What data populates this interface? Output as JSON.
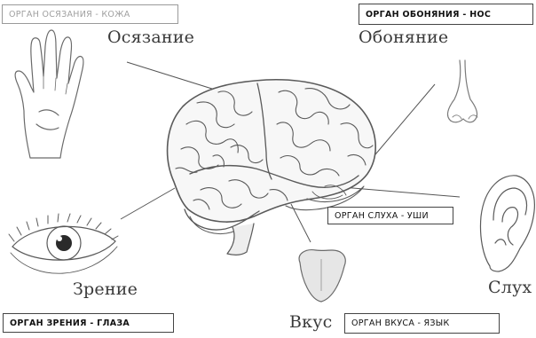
{
  "boxes": {
    "touch": "ОРГАН ОСЯЗАНИЯ - КОЖА",
    "smell": "ОРГАН ОБОНЯНИЯ - НОС",
    "hearing": "ОРГАН СЛУХА - УШИ",
    "sight": "ОРГАН ЗРЕНИЯ - ГЛАЗА",
    "taste": "ОРГАН ВКУСА - ЯЗЫК"
  },
  "labels": {
    "touch": "Осязание",
    "smell": "Обоняние",
    "sight": "Зрение",
    "taste": "Вкус",
    "hearing": "Слух"
  },
  "icons": {
    "hand": "hand-icon",
    "nose": "nose-icon",
    "eye": "eye-icon",
    "tongue": "tongue-icon",
    "ear": "ear-icon",
    "brain": "brain-illustration"
  },
  "colors": {
    "line": "#555555",
    "sketch": "#6a6a6a",
    "box_border": "#444444"
  }
}
